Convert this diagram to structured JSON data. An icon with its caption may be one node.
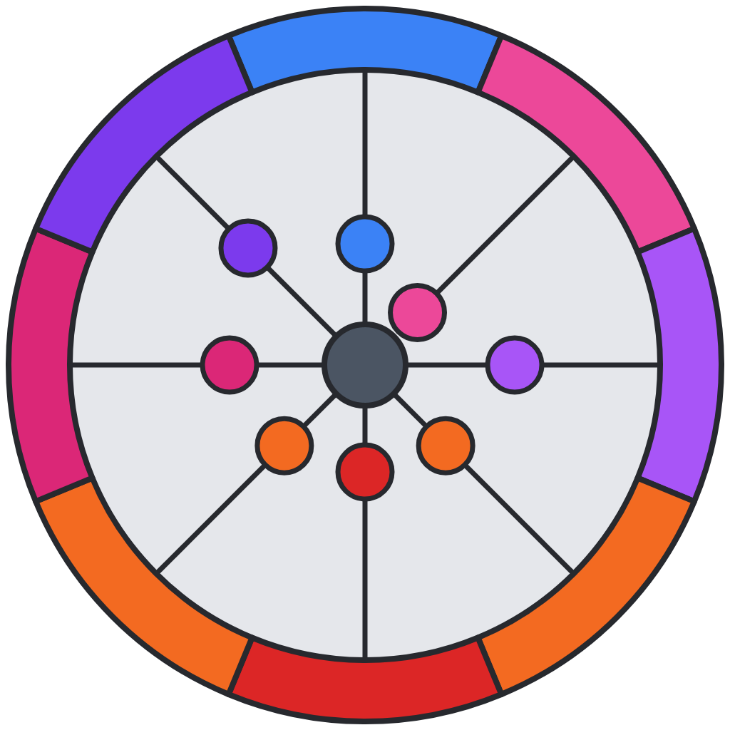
{
  "diagram": {
    "nodes": [
      {
        "text": [],
        "shape": "arc"
      },
      {
        "text": [],
        "shape": "arc"
      },
      {
        "text": [],
        "shape": "arc"
      },
      {
        "text": [],
        "shape": "arc"
      },
      {
        "text": [],
        "shape": "arc"
      },
      {
        "text": [],
        "shape": "arc"
      },
      {
        "text": [],
        "shape": "arc"
      },
      {
        "text": [],
        "shape": "arc"
      },
      {
        "text": [],
        "shape": "circle"
      },
      {
        "text": [],
        "shape": "circle"
      },
      {
        "text": [],
        "shape": "circle"
      },
      {
        "text": [],
        "shape": "circle"
      },
      {
        "text": [],
        "shape": "circle"
      },
      {
        "text": [],
        "shape": "circle"
      },
      {
        "text": [],
        "shape": "circle"
      },
      {
        "text": [],
        "shape": "circle"
      },
      {
        "text": [],
        "shape": "circle"
      }
    ],
    "edges": [
      {
        "from": 8,
        "to": 9,
        "arrow": "none"
      },
      {
        "from": 9,
        "to": 0,
        "arrow": "none"
      },
      {
        "from": 10,
        "to": 1,
        "arrow": "none"
      },
      {
        "from": 8,
        "to": 11,
        "arrow": "none"
      },
      {
        "from": 11,
        "to": 2,
        "arrow": "none"
      },
      {
        "from": 8,
        "to": 12,
        "arrow": "none"
      },
      {
        "from": 12,
        "to": 3,
        "arrow": "none"
      },
      {
        "from": 8,
        "to": 13,
        "arrow": "none"
      },
      {
        "from": 13,
        "to": 4,
        "arrow": "none"
      },
      {
        "from": 8,
        "to": 14,
        "arrow": "none"
      },
      {
        "from": 14,
        "to": 5,
        "arrow": "none"
      },
      {
        "from": 8,
        "to": 15,
        "arrow": "none"
      },
      {
        "from": 15,
        "to": 6,
        "arrow": "none"
      },
      {
        "from": 8,
        "to": 16,
        "arrow": "none"
      },
      {
        "from": 16,
        "to": 7,
        "arrow": "none"
      }
    ]
  }
}
